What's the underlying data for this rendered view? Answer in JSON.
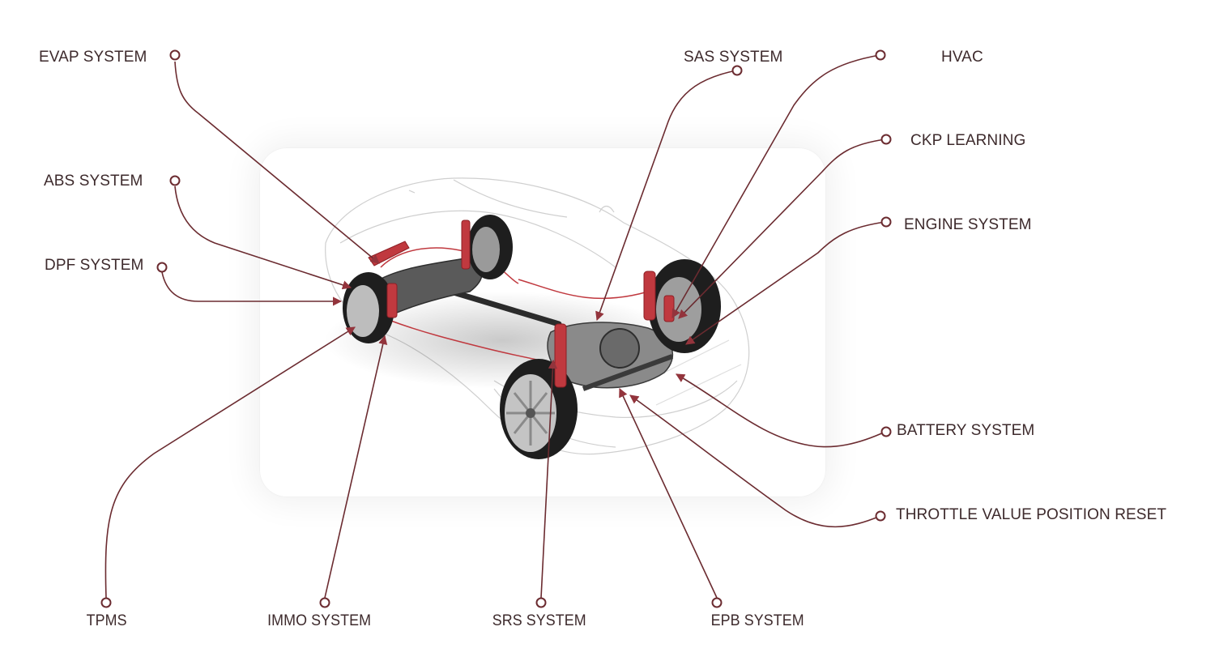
{
  "diagram": {
    "type": "car-diagnostic-systems-callout",
    "colors": {
      "connector_line": "#6b2b30",
      "arrowhead": "#93343c",
      "label_text": "#3d2a2c",
      "highlight_parts": "#c0393f",
      "card_background": "#ffffff"
    },
    "illustration": "car chassis x-ray with red-highlighted suspension and brake components",
    "callouts": {
      "evap": "EVAP SYSTEM",
      "abs": "ABS SYSTEM",
      "dpf": "DPF SYSTEM",
      "tpms": "TPMS",
      "immo": "IMMO SYSTEM",
      "srs": "SRS SYSTEM",
      "epb": "EPB SYSTEM",
      "sas": "SAS SYSTEM",
      "hvac": "HVAC",
      "ckp": "CKP LEARNING",
      "engine": "ENGINE SYSTEM",
      "battery": "BATTERY SYSTEM",
      "throttle": "THROTTLE VALUE POSITION RESET"
    }
  }
}
